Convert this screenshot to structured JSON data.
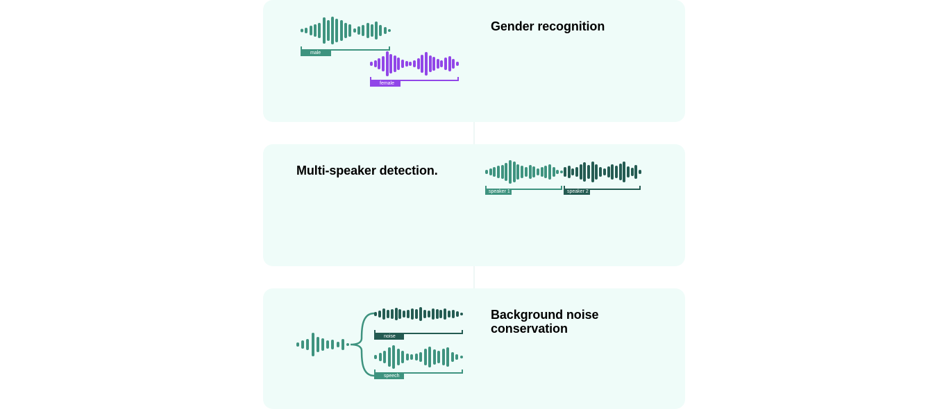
{
  "colors": {
    "card_bg": "#effcf9",
    "teal": "#3e937f",
    "dark_teal": "#245b52",
    "purple": "#9146e8",
    "title": "#000000"
  },
  "cards": [
    {
      "title": "Gender recognition",
      "labels": {
        "male": "male",
        "female": "female"
      }
    },
    {
      "title": "Multi-speaker detection.",
      "labels": {
        "speaker1": "speaker 1",
        "speaker2": "speaker 2"
      }
    },
    {
      "title": "Background noise conservation",
      "labels": {
        "noise": "noise",
        "speech": "speech"
      }
    }
  ],
  "icons": [
    "male-waveform-icon",
    "female-waveform-icon",
    "speaker-1-waveform-icon",
    "speaker-2-waveform-icon",
    "input-waveform-icon",
    "noise-waveform-icon",
    "speech-waveform-icon",
    "split-curve-icon"
  ]
}
